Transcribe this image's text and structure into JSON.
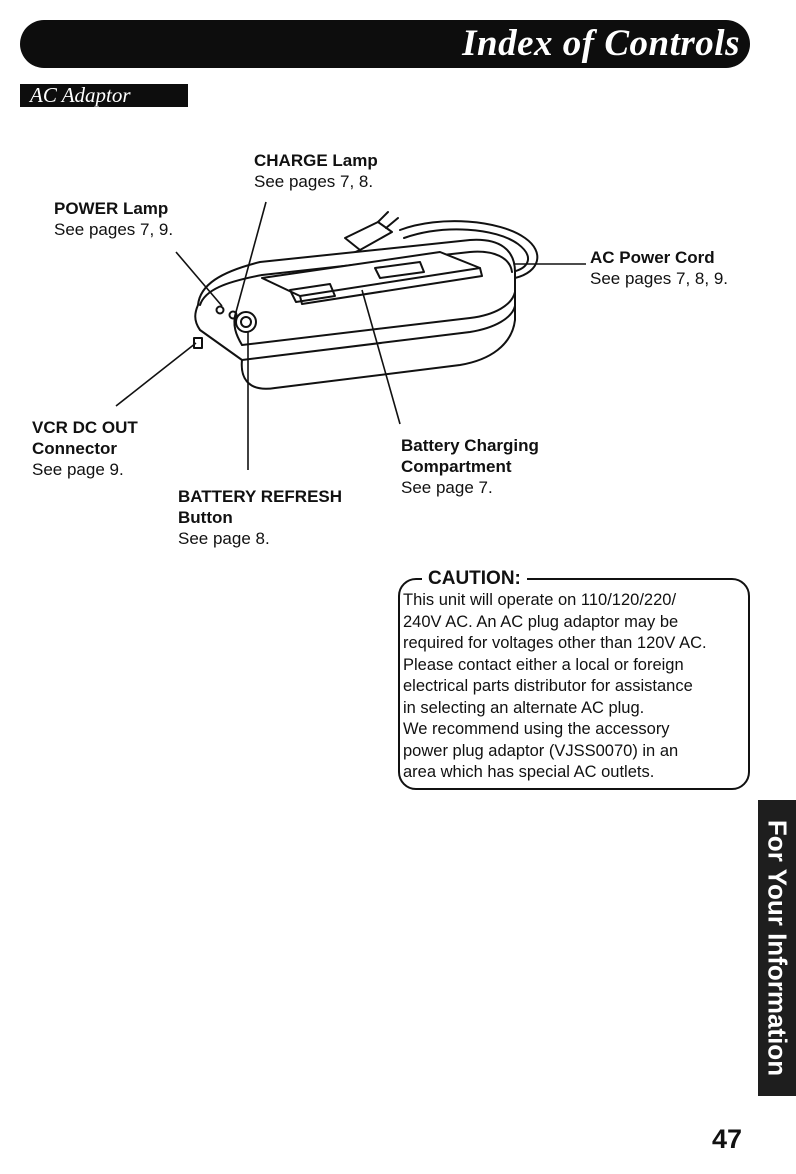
{
  "header": {
    "title": "Index of Controls"
  },
  "section": {
    "title": "AC Adaptor"
  },
  "callouts": {
    "charge_lamp": {
      "title": "CHARGE Lamp",
      "ref": "See pages 7, 8."
    },
    "power_lamp": {
      "title": "POWER Lamp",
      "ref": "See pages 7, 9."
    },
    "ac_power_cord": {
      "title": "AC Power Cord",
      "ref": "See pages 7, 8, 9."
    },
    "vcr_dc_out": {
      "title_line1": "VCR DC OUT",
      "title_line2": "Connector",
      "ref": "See page 9."
    },
    "battery_charging": {
      "title_line1": "Battery Charging",
      "title_line2": "Compartment",
      "ref": "See page 7."
    },
    "battery_refresh": {
      "title_line1": "BATTERY REFRESH",
      "title_line2": "Button",
      "ref": "See page 8."
    }
  },
  "caution": {
    "title": "CAUTION:",
    "lines": [
      "This unit will operate on 110/120/220/",
      "240V AC. An AC plug adaptor may be",
      "required for voltages other than 120V AC.",
      "Please contact either a local or foreign",
      "electrical parts distributor for assistance",
      "in selecting an alternate AC plug.",
      "We recommend using the accessory",
      "power plug adaptor (VJSS0070) in an",
      "area which has special AC outlets."
    ]
  },
  "side_tab": {
    "label": "For Your Information"
  },
  "page": {
    "number": "47"
  }
}
